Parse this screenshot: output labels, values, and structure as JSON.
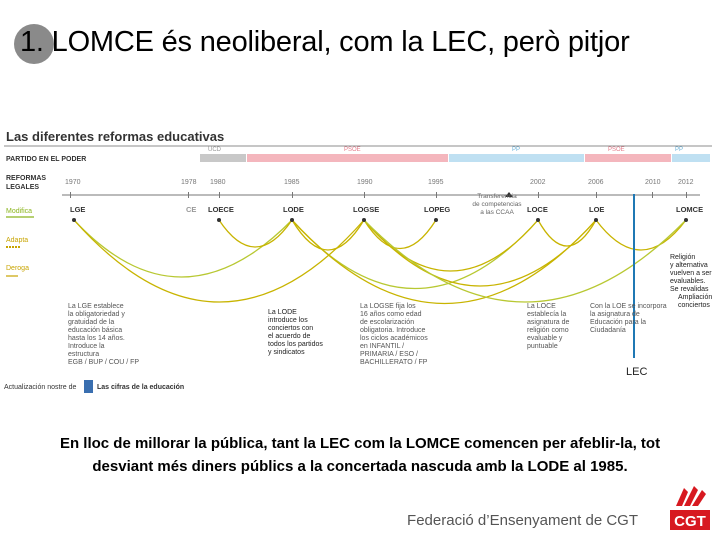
{
  "slide": {
    "title": "1. LOMCE és neoliberal, com la LEC, però pitjor",
    "caption_line1": "En lloc de millorar la pública, tant la LEC com la LOMCE comencen per afeblir-la, tot",
    "caption_line2": "desviant més diners públics a la concertada nascuda amb la LODE al 1985.",
    "footer": "Federació d’Ensenyament de CGT",
    "logo_text": "CGT"
  },
  "infographic": {
    "title": "Las diferentes reformas educativas",
    "party_row_label": "PARTIDO EN EL PODER",
    "reforms_label_1": "REFORMAS",
    "reforms_label_2": "LEGALES",
    "legend": {
      "modifica": "Modifica",
      "adapta": "Adapta",
      "deroga": "Deroga"
    },
    "parties": [
      "UCD",
      "PSOE",
      "PP",
      "PSOE",
      "PP"
    ],
    "years": [
      "1970",
      "1978",
      "1980",
      "1985",
      "1990",
      "1995",
      "2002",
      "2006",
      "2010",
      "2012"
    ],
    "laws": [
      "LGE",
      "CE",
      "LOECE",
      "LODE",
      "LOGSE",
      "LOPEG",
      "LOCE",
      "LOE",
      "LOMCE"
    ],
    "transfer_note": [
      "Transferencia",
      "de competencias",
      "a las CCAA"
    ],
    "note_lge": [
      "La LGE establece",
      "la obligatoriedad y",
      "gratuidad de la",
      "educación básica",
      "hasta los 14 años.",
      "Introduce la",
      "estructura",
      "EGB / BUP / COU / FP"
    ],
    "note_lode": [
      "La LODE",
      "introduce los",
      "conciertos con",
      "el acuerdo de",
      "todos los partidos",
      "y sindicatos"
    ],
    "note_logse": [
      "La LOGSE fija los",
      "16 años como edad",
      "de escolarización",
      "obligatoria. Introduce",
      "los ciclos académicos",
      "en INFANTIL /",
      "PRIMARIA / ESO /",
      "BACHILLERATO / FP"
    ],
    "note_loce": [
      "La LOCE",
      "establecía la",
      "asignatura de",
      "religión como",
      "evaluable y",
      "puntuable"
    ],
    "note_loe": [
      "Con la LOE se incorpora",
      "la asignatura de",
      "Educación para la",
      "Ciudadanía"
    ],
    "note_lomce": [
      "Religión",
      "y alternativa",
      "vuelven a ser",
      "evaluables.",
      "Se revalidas",
      "Ampliación",
      "conciertos"
    ],
    "lec_label": "LEC",
    "source_label": "Actualización nostre de",
    "source_brand": "Las cifras de la educación"
  }
}
